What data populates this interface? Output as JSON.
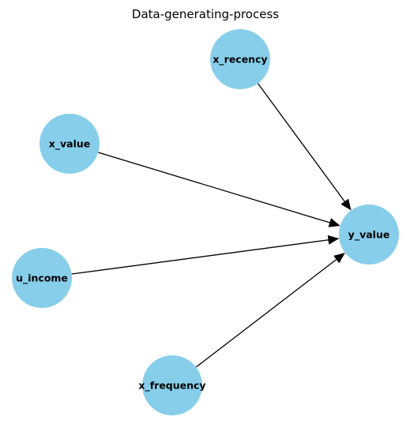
{
  "diagram": {
    "title": "Data-generating-process",
    "node_color": "#87CEEB",
    "edge_color": "#000000",
    "nodes": [
      {
        "id": "x_recency",
        "label": "x_recency"
      },
      {
        "id": "x_value",
        "label": "x_value"
      },
      {
        "id": "y_value",
        "label": "y_value"
      },
      {
        "id": "u_income",
        "label": "u_income"
      },
      {
        "id": "x_frequency",
        "label": "x_frequency"
      }
    ],
    "edges": [
      {
        "from": "x_recency",
        "to": "y_value"
      },
      {
        "from": "x_value",
        "to": "y_value"
      },
      {
        "from": "u_income",
        "to": "y_value"
      },
      {
        "from": "x_frequency",
        "to": "y_value"
      }
    ]
  }
}
